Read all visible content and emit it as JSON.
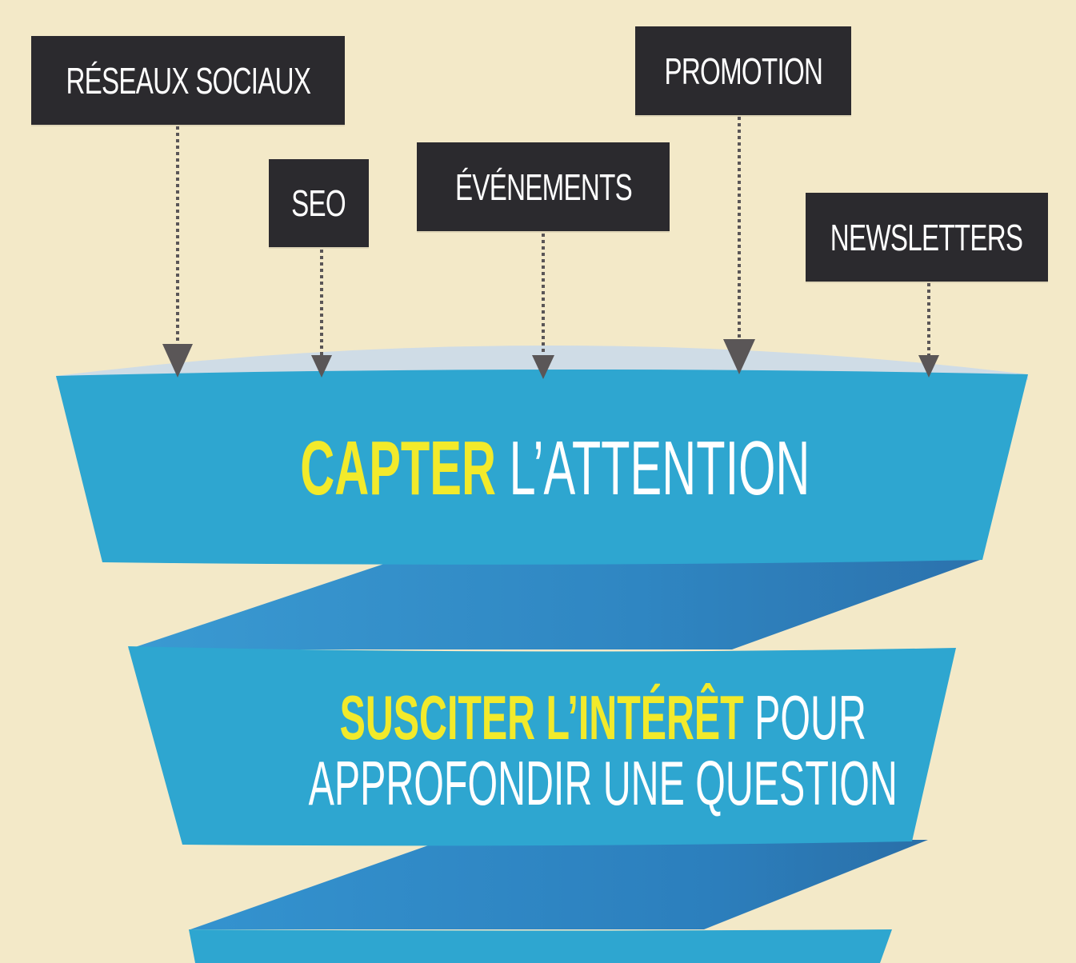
{
  "colors": {
    "background": "#f3e9c8",
    "label_bg": "#2b2a2e",
    "funnel_blue": "#2ea6d0",
    "funnel_dark_blue": "#2a7fb8",
    "funnel_top_rim": "#cfdce6",
    "highlight_yellow": "#f2ea2b",
    "arrow_gray": "#5a5657"
  },
  "sources": [
    {
      "id": "reseaux",
      "label": "RÉSEAUX SOCIAUX"
    },
    {
      "id": "seo",
      "label": "SEO"
    },
    {
      "id": "evenements",
      "label": "ÉVÉNEMENTS"
    },
    {
      "id": "promotion",
      "label": "PROMOTION"
    },
    {
      "id": "newsletters",
      "label": "NEWSLETTERS"
    }
  ],
  "stages": [
    {
      "highlight": "CAPTER",
      "rest": "L’ATTENTION"
    },
    {
      "highlight": "SUSCITER L’INTÉRÊT",
      "rest_line1": "POUR",
      "rest_line2": "APPROFONDIR UNE QUESTION"
    }
  ]
}
